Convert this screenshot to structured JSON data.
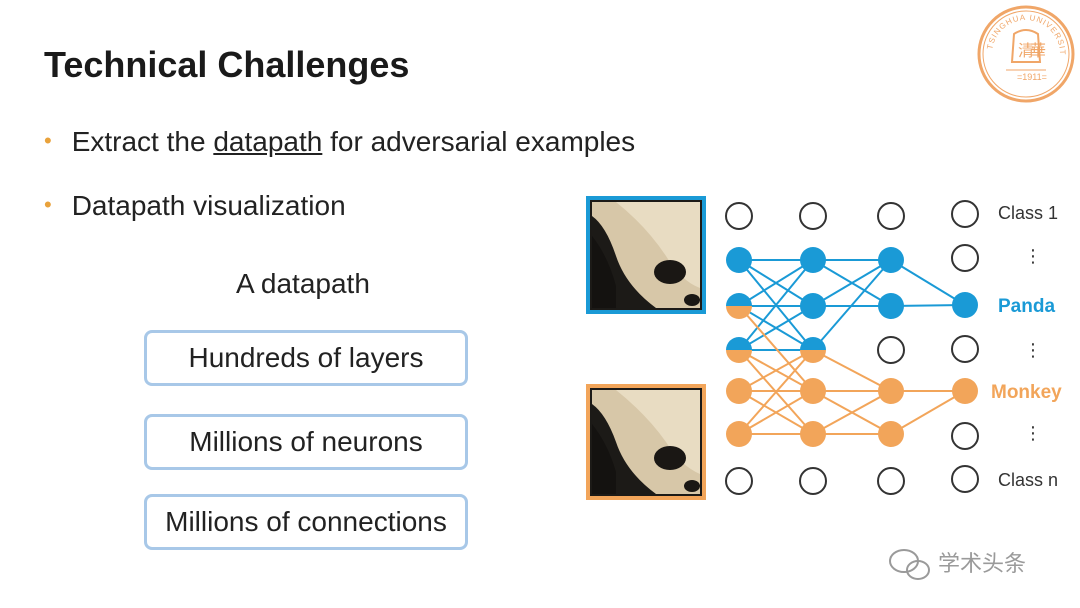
{
  "slide": {
    "title": "Technical Challenges",
    "bullets": [
      {
        "before": "Extract the ",
        "link": "datapath",
        "after": " for adversarial examples"
      },
      {
        "text": "Datapath visualization"
      }
    ],
    "caption": "A datapath",
    "boxes": [
      "Hundreds of layers",
      "Millions of neurons",
      "Millions of connections"
    ]
  },
  "diagram": {
    "labels": {
      "class1": "Class 1",
      "panda": "Panda",
      "monkey": "Monkey",
      "classn": "Class n",
      "ellipsis": "⋮"
    },
    "colors": {
      "panda": "#1a9ad6",
      "monkey": "#f2a55a",
      "neuron_outline": "#333333",
      "box_border": "#a8c8e8",
      "bullet": "#e9a23b"
    }
  },
  "watermark": {
    "text": "学术头条"
  },
  "logo": {
    "text_top": "TSINGHUA UNIVERSITY",
    "year": "1911"
  }
}
